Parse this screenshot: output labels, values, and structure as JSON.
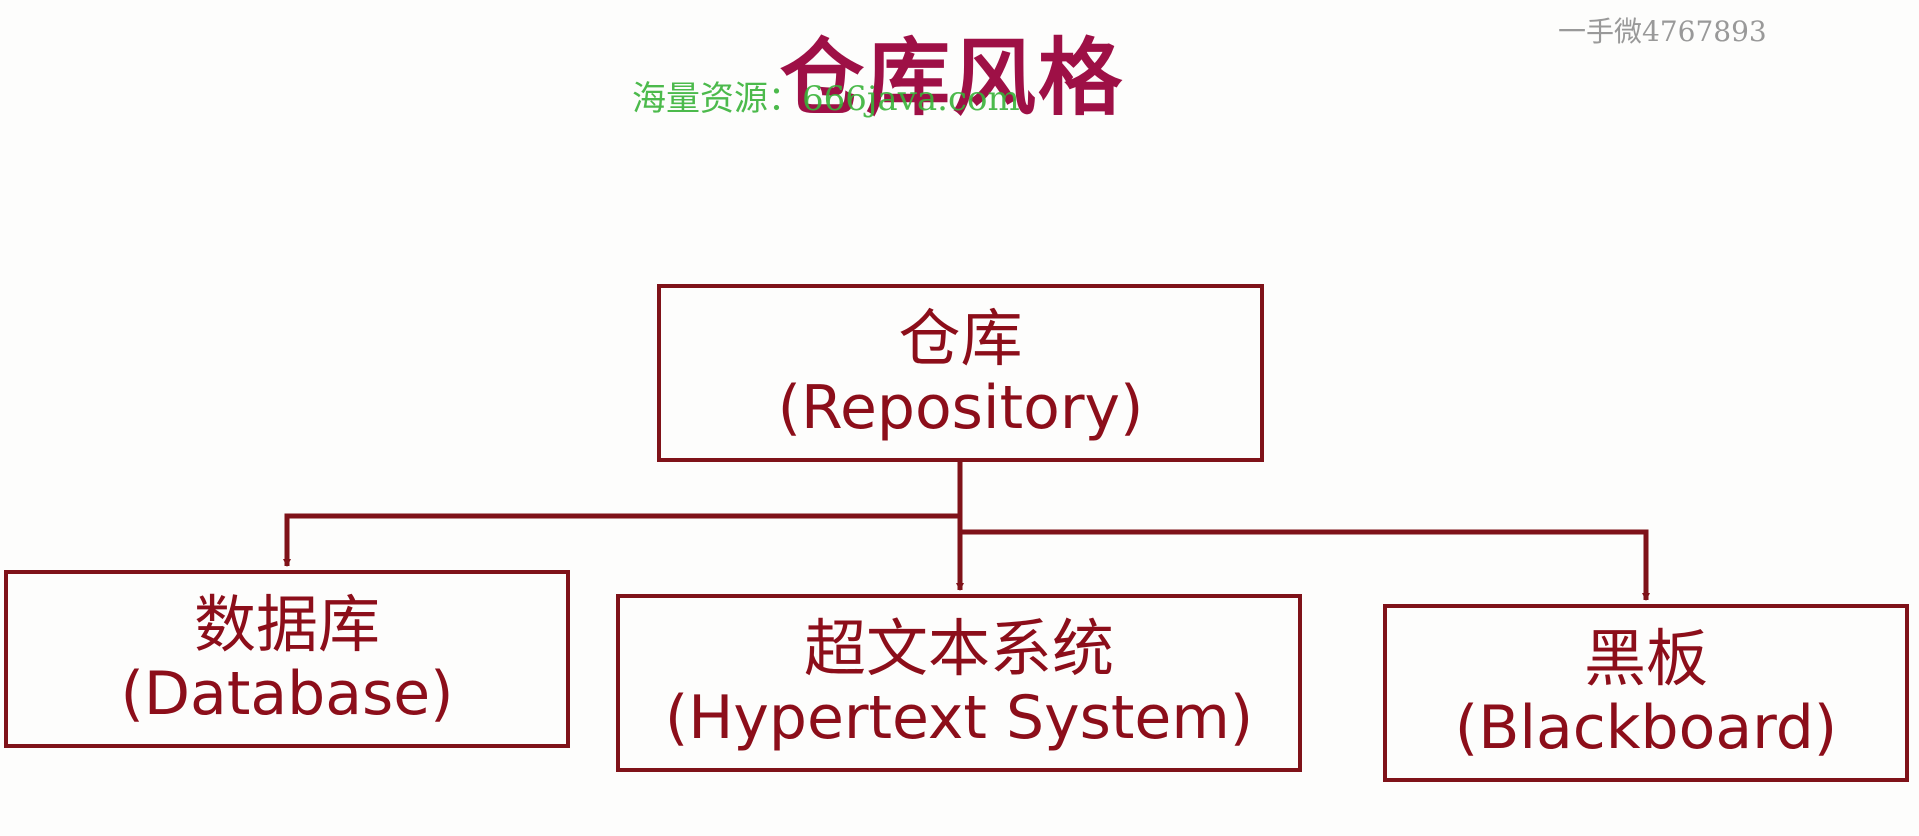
{
  "title": "仓库风格",
  "watermarks": {
    "green": "海量资源：666java.com",
    "gray": "一手微4767893"
  },
  "nodes": {
    "repository": {
      "zh": "仓库",
      "en": "(Repository)"
    },
    "database": {
      "zh": "数据库",
      "en": "(Database)"
    },
    "hypertext": {
      "zh": "超文本系统",
      "en": "(Hypertext System)"
    },
    "blackboard": {
      "zh": "黑板",
      "en": "(Blackboard)"
    }
  },
  "edges": [
    {
      "from": "repository",
      "to": "database"
    },
    {
      "from": "repository",
      "to": "hypertext"
    },
    {
      "from": "repository",
      "to": "blackboard"
    }
  ],
  "colors": {
    "title": "#9e1046",
    "border": "#7f1219",
    "text": "#8c0e1a",
    "connector": "#7f1219",
    "watermark_green": "#39b339",
    "watermark_gray": "#999999"
  }
}
